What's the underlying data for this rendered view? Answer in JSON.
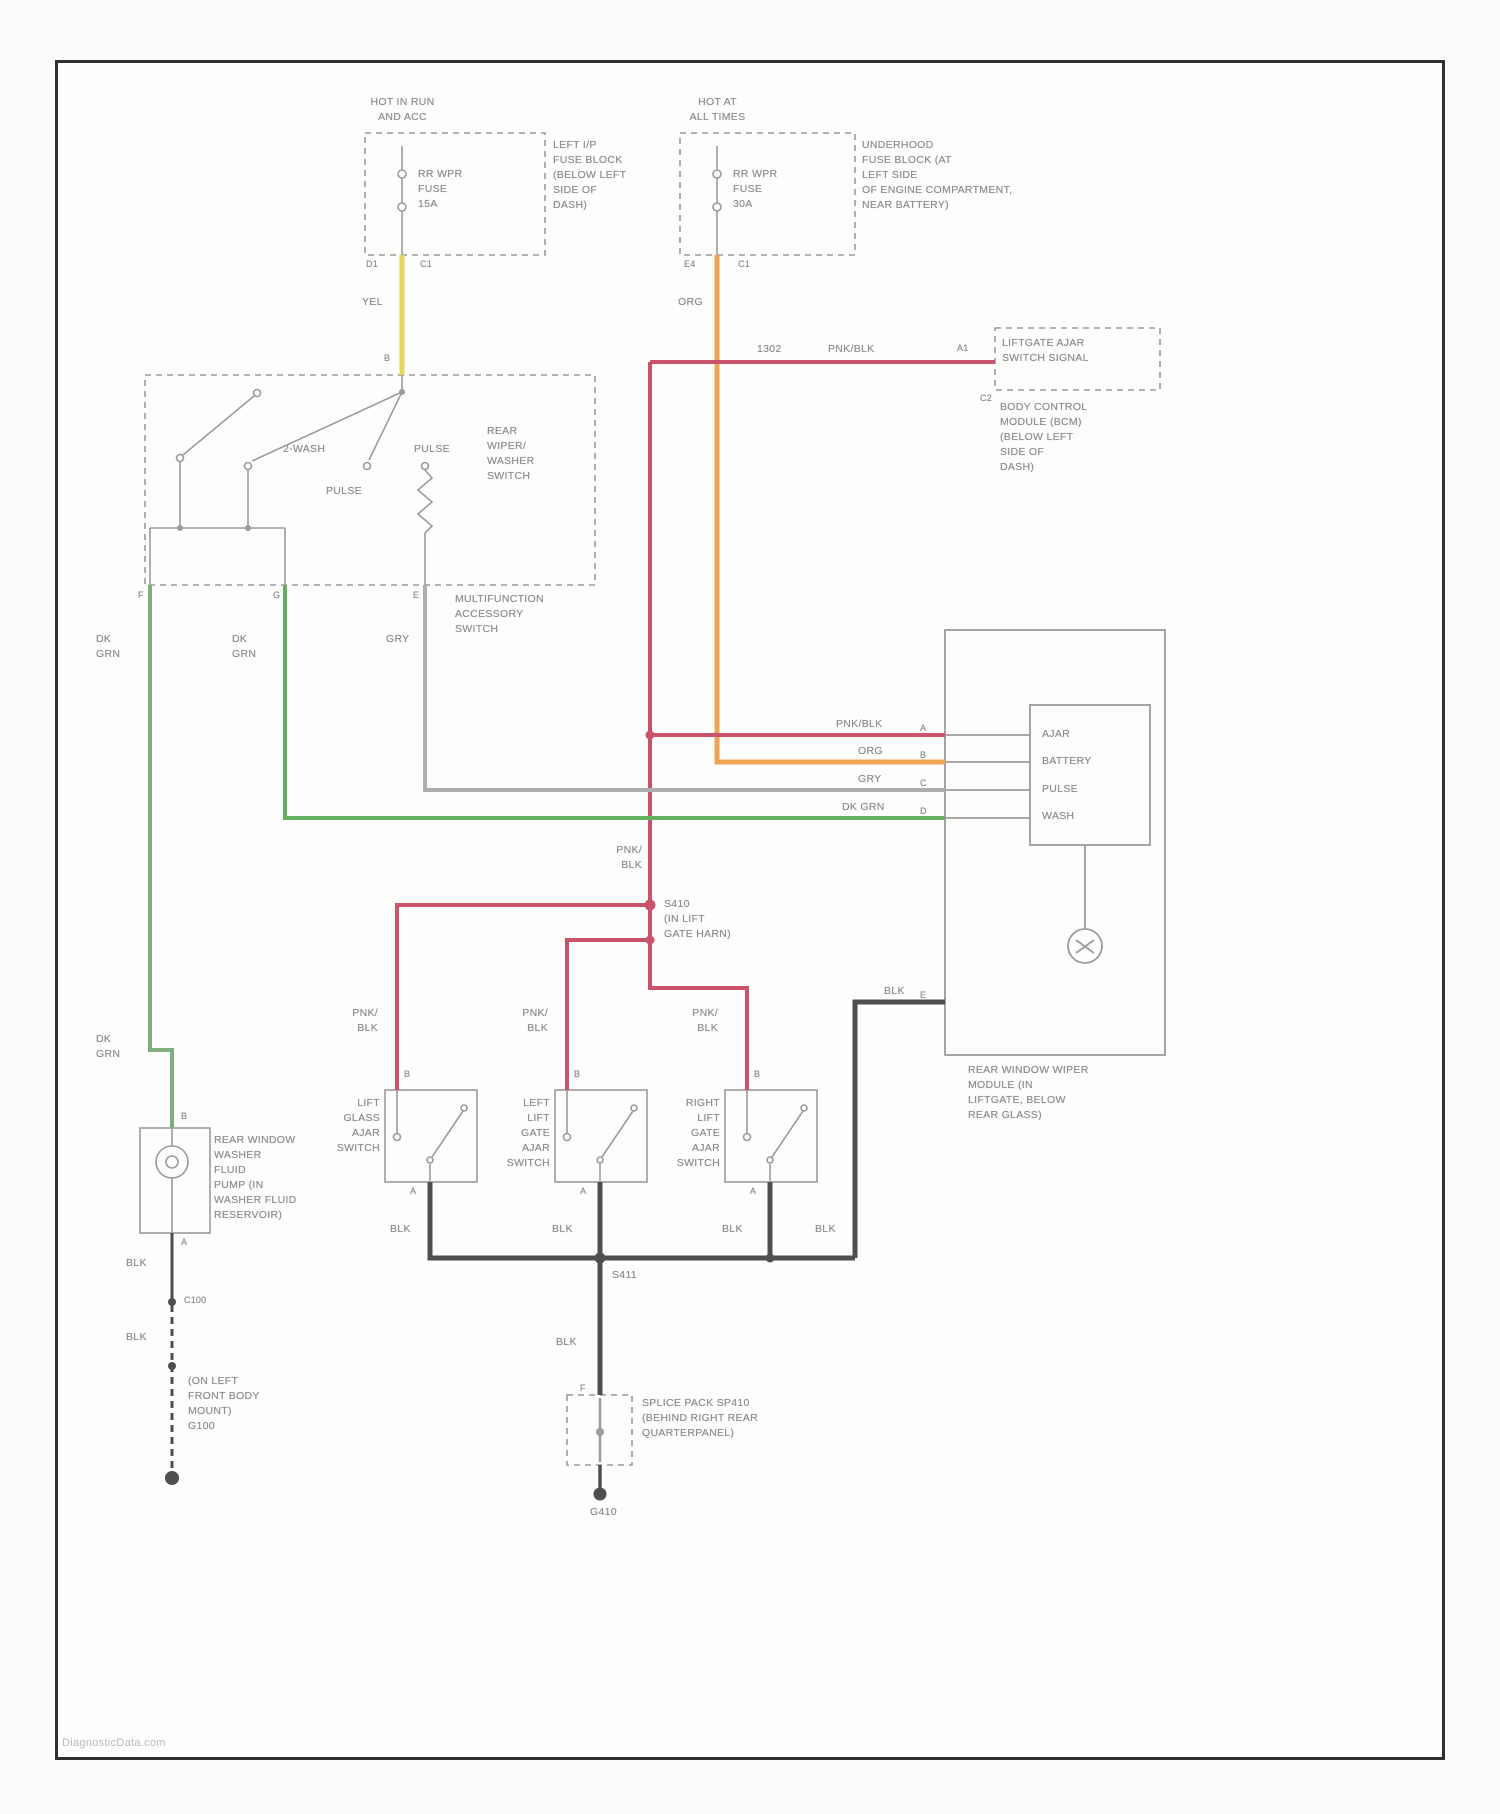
{
  "watermark": "DiagnosticData.com",
  "wire_colors": {
    "yel": "#e8d75a",
    "org": "#f0a352",
    "pnk_blk": "#c9536a",
    "dk_grn": "#62b262",
    "dk_grn_dull": "#7fae7f",
    "gry": "#aeaeae",
    "blk": "#4f4f4f",
    "thin": "#9b9b9b"
  },
  "power_left": {
    "hot": "HOT IN RUN\nAND ACC",
    "fuse": "RR WPR\nFUSE\n15A",
    "block": "LEFT I/P\nFUSE BLOCK\n(BELOW LEFT\nSIDE OF\nDASH)",
    "pin_a": "D1",
    "pin_b": "C1",
    "wire": "YEL"
  },
  "power_right": {
    "hot": "HOT AT\nALL TIMES",
    "fuse": "RR WPR\nFUSE\n30A",
    "block": "UNDERHOOD\nFUSE BLOCK (AT\nLEFT SIDE\nOF ENGINE COMPARTMENT,\nNEAR BATTERY)",
    "pin_a": "E4",
    "pin_b": "C1",
    "wire": "ORG"
  },
  "bcm": {
    "circuit": "1302",
    "wire": "PNK/BLK",
    "pin": "A1",
    "connector": "C2",
    "signal": "LIFTGATE AJAR\nSWITCH SIGNAL",
    "name": "BODY CONTROL\nMODULE (BCM)\n(BELOW LEFT\nSIDE OF\nDASH)"
  },
  "wiper_switch": {
    "pin_top": "B",
    "title": "REAR\nWIPER/\nWASHER\nSWITCH",
    "subtitle": "MULTIFUNCTION\nACCESSORY\nSWITCH",
    "pos_wash": "2-WASH",
    "pos_pulse": "PULSE",
    "pos_pulse2": "PULSE",
    "pin_1": "F",
    "pin_2": "G",
    "pin_3": "E",
    "wire_1": "DK\nGRN",
    "wire_1b": "DK\nGRN",
    "wire_2": "DK\nGRN",
    "wire_3": "GRY"
  },
  "module": {
    "pin_a_wire": "PNK/BLK",
    "pin_a": "A",
    "fn_a": "AJAR",
    "pin_b_wire": "ORG",
    "pin_b": "B",
    "fn_b": "BATTERY",
    "pin_c_wire": "GRY",
    "pin_c": "C",
    "fn_c": "PULSE",
    "pin_d_wire": "DK GRN",
    "pin_d": "D",
    "fn_d": "WASH",
    "pin_e_wire": "BLK",
    "pin_e": "E",
    "name": "REAR WINDOW WIPER\nMODULE (IN\nLIFTGATE, BELOW\nREAR GLASS)"
  },
  "s410": {
    "wire": "PNK/\nBLK",
    "name": "S410\n(IN LIFT\nGATE HARN)"
  },
  "switches": [
    {
      "wire_top": "PNK/\nBLK",
      "pin_top": "B",
      "name": "LIFT\nGLASS\nAJAR\nSWITCH",
      "pin_bot": "A",
      "wire_bot": "BLK"
    },
    {
      "wire_top": "PNK/\nBLK",
      "pin_top": "B",
      "name": "LEFT\nLIFT\nGATE\nAJAR\nSWITCH",
      "pin_bot": "A",
      "wire_bot": "BLK"
    },
    {
      "wire_top": "PNK/\nBLK",
      "pin_top": "B",
      "name": "RIGHT\nLIFT\nGATE\nAJAR\nSWITCH",
      "pin_bot": "A",
      "wire_bot": "BLK"
    }
  ],
  "ground_right": {
    "module_wire": "BLK",
    "splice": "S411",
    "wire": "BLK",
    "pin": "F",
    "splice_pack": "SPLICE PACK SP410\n(BEHIND RIGHT REAR\nQUARTERPANEL)",
    "ground": "G410"
  },
  "pump": {
    "pin_top": "B",
    "name": "REAR WINDOW\nWASHER\nFLUID\nPUMP (IN\nWASHER FLUID\nRESERVOIR)",
    "pin_bot": "A",
    "wire_1": "BLK",
    "connector": "C100",
    "wire_2": "BLK",
    "ground": "(ON LEFT\nFRONT BODY\nMOUNT)\nG100"
  }
}
